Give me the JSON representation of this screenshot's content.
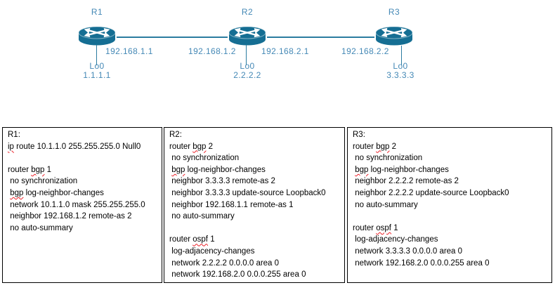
{
  "diagram": {
    "routers": [
      {
        "name": "R1",
        "loopback_label": "Lo0",
        "loopback_ip": "1.1.1.1"
      },
      {
        "name": "R2",
        "loopback_label": "Lo0",
        "loopback_ip": "2.2.2.2"
      },
      {
        "name": "R3",
        "loopback_label": "Lo0",
        "loopback_ip": "3.3.3.3"
      }
    ],
    "links": [
      {
        "from": "R1",
        "to": "R2",
        "ip_left": "192.168.1.1",
        "ip_right": "192.168.1.2"
      },
      {
        "from": "R2",
        "to": "R3",
        "ip_left": "192.168.2.1",
        "ip_right": "192.168.2.2"
      }
    ],
    "colors": {
      "router": "#156E93",
      "label": "#4589B6",
      "line": "#2B7CA0",
      "border": "#000000",
      "squiggle": "#ED1C24"
    }
  },
  "config_boxes": [
    {
      "router": "R1",
      "lines": [
        "R1:",
        "ip route 10.1.1.0 255.255.255.0 Null0",
        "",
        "router bgp 1",
        " no synchronization",
        " bgp log-neighbor-changes",
        " network 10.1.1.0 mask 255.255.255.0",
        " neighbor 192.168.1.2 remote-as 2",
        " no auto-summary"
      ]
    },
    {
      "router": "R2",
      "lines": [
        "R2:",
        "router bgp 2",
        " no synchronization",
        " bgp log-neighbor-changes",
        " neighbor 3.3.3.3 remote-as 2",
        " neighbor 3.3.3.3 update-source Loopback0",
        " neighbor 192.168.1.1 remote-as 1",
        " no auto-summary",
        "",
        "router ospf 1",
        " log-adjacency-changes",
        " network 2.2.2.2 0.0.0.0 area 0",
        " network 192.168.2.0 0.0.0.255 area 0"
      ]
    },
    {
      "router": "R3",
      "lines": [
        "R3:",
        "router bgp 2",
        " no synchronization",
        " bgp log-neighbor-changes",
        " neighbor 2.2.2.2 remote-as 2",
        " neighbor 2.2.2.2 update-source Loopback0",
        " no auto-summary",
        "",
        "router ospf 1",
        " log-adjacency-changes",
        " network 3.3.3.3 0.0.0.0 area 0",
        " network 192.168.2.0 0.0.0.255 area 0"
      ]
    }
  ],
  "spellcheck_tokens": [
    "ip",
    "bgp",
    "ospf"
  ]
}
